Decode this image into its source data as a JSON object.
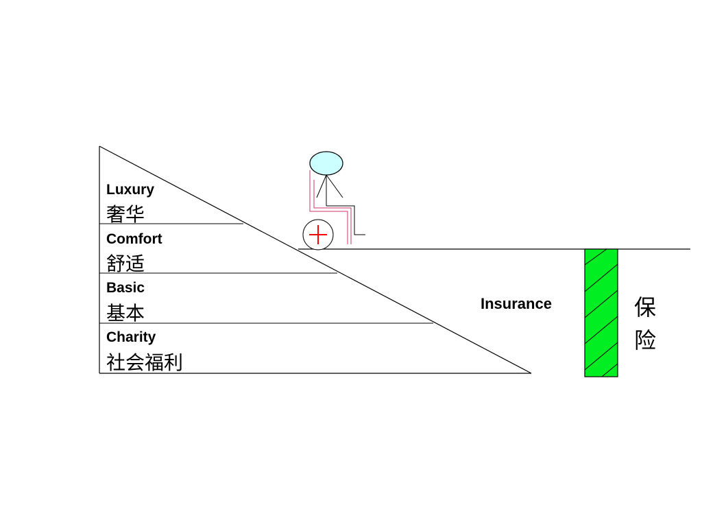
{
  "levels": [
    {
      "en": "Luxury",
      "zh": "奢华"
    },
    {
      "en": "Comfort",
      "zh": "舒适"
    },
    {
      "en": "Basic",
      "zh": "基本"
    },
    {
      "en": "Charity",
      "zh": "社会福利"
    }
  ],
  "insurance": {
    "en": "Insurance",
    "zh_chars": [
      "保",
      "险"
    ]
  },
  "colors": {
    "head": "#ccffff",
    "insurance_bar": "#00ee22",
    "cross": "#ff0000",
    "wheelchair_lines": "#cc3366"
  },
  "icons": {
    "person": "person-figure-icon",
    "cross": "red-cross-icon"
  }
}
